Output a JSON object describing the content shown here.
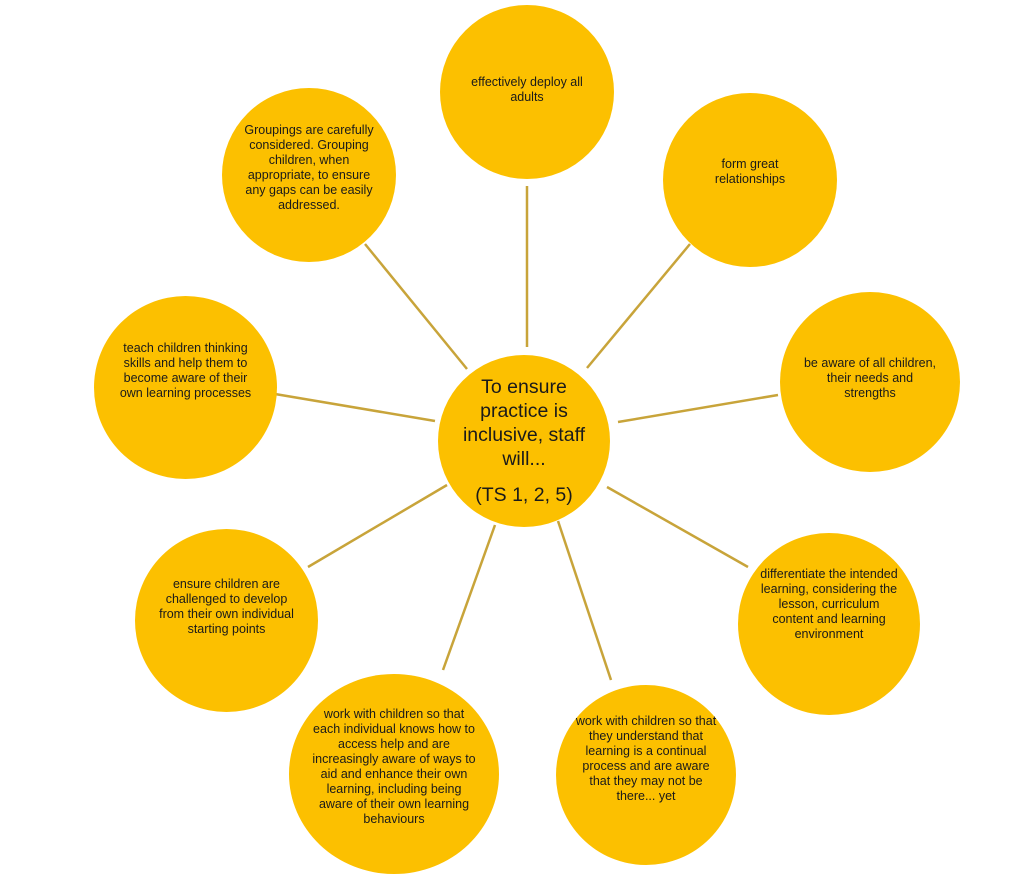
{
  "center": {
    "title": "To ensure practice is inclusive, staff will...",
    "subtitle": "(TS 1, 2, 5)"
  },
  "nodes": [
    {
      "id": "deploy",
      "text": "effectively deploy all adults"
    },
    {
      "id": "rel",
      "text": "form great relationships"
    },
    {
      "id": "aware",
      "text": "be aware of all children, their needs and strengths"
    },
    {
      "id": "diff",
      "text": "differentiate the intended learning, considering the lesson, curriculum content and learning environment"
    },
    {
      "id": "yet",
      "text": "work with children so that they understand that learning is a continual process and are aware that they may not be there... yet"
    },
    {
      "id": "access",
      "text": "work with children so that each individual knows how to access help and are increasingly aware of ways to aid and enhance their own learning, including being aware of their own learning behaviours"
    },
    {
      "id": "chall",
      "text": "ensure children are challenged to develop from their own individual starting points"
    },
    {
      "id": "think",
      "text": "teach children thinking skills and help them to become aware of their own learning processes"
    },
    {
      "id": "group",
      "text": "Groupings are carefully considered. Grouping children, when appropriate, to ensure any gaps can be easily addressed."
    }
  ],
  "colors": {
    "bubble": "#fcc000",
    "connector": "#c8a43a"
  }
}
